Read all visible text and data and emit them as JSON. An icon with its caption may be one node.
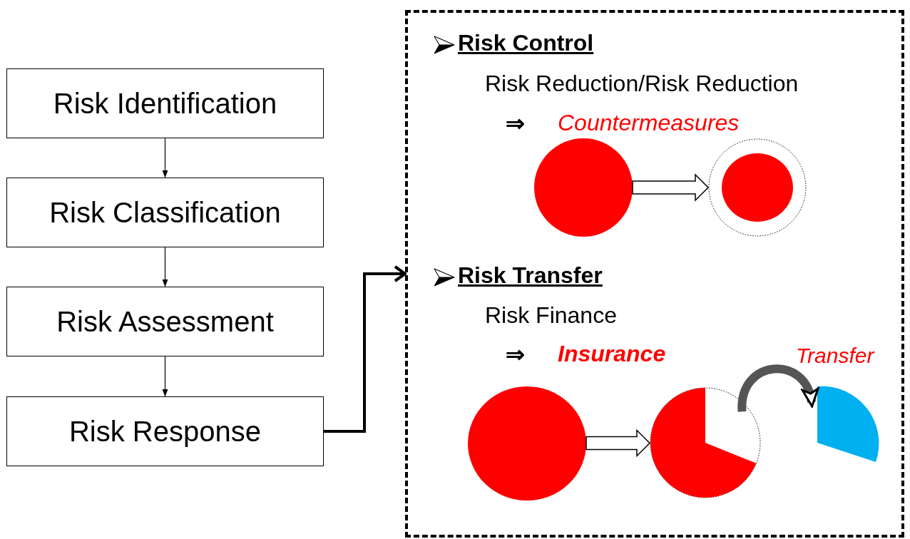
{
  "diagram": {
    "nodes": [
      {
        "text": [
          "Risk Identification"
        ]
      },
      {
        "text": [
          "Risk Classification"
        ]
      },
      {
        "text": [
          "Risk Assessment"
        ]
      },
      {
        "text": [
          "Risk Response"
        ]
      },
      {
        "text": [],
        "shape": "box"
      },
      {
        "text": [],
        "shape": "circle",
        "in": 4
      },
      {
        "text": [],
        "shape": "circle",
        "in": 4
      },
      {
        "text": [],
        "shape": "circle",
        "in": 4
      },
      {
        "text": [],
        "shape": "circle",
        "in": 4
      },
      {
        "text": [],
        "shape": "wedge",
        "in": 4
      }
    ],
    "edges": [
      {
        "from": 0,
        "to": 1,
        "arrow": "to"
      },
      {
        "from": 1,
        "to": 2,
        "arrow": "to"
      },
      {
        "from": 2,
        "to": 3,
        "arrow": "to"
      },
      {
        "from": 3,
        "to": 4,
        "arrow": "to",
        "style": "thick"
      },
      {
        "from": 5,
        "to": 6,
        "arrow": "to"
      },
      {
        "from": 7,
        "to": 8,
        "arrow": "to"
      },
      {
        "from": 8,
        "to": 9,
        "arrow": "to",
        "label": "Transfer",
        "style": "thick"
      }
    ],
    "labels": [
      "Risk Control",
      "Risk Reduction/Risk Reduction",
      "⇒",
      "Countermeasures",
      "Risk Transfer",
      "Risk Finance",
      "⇒",
      "Insurance"
    ]
  }
}
